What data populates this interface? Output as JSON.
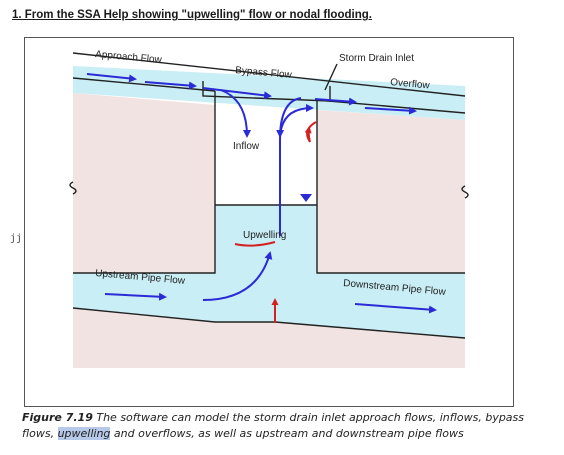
{
  "heading": "1. From the SSA Help showing \"upwelling\" flow or nodal flooding.",
  "side_mark": "jj",
  "diagram": {
    "labels": {
      "approach_flow": "Approach Flow",
      "bypass_flow": "Bypass Flow",
      "storm_drain_inlet": "Storm Drain Inlet",
      "overflow": "Overflow",
      "inflow": "Inflow",
      "upwelling": "Upwelling",
      "upstream_pipe_flow": "Upstream Pipe Flow",
      "downstream_pipe_flow": "Downstream Pipe Flow"
    },
    "colors": {
      "water": "#c9eef5",
      "soil": "#f1e3e1",
      "flow_arrow": "#2a2ad6",
      "annotation": "#d42020",
      "outline": "#222222"
    }
  },
  "caption": {
    "figure_number": "Figure 7.19",
    "text_before": "The software can model the storm drain inlet approach flows, inflows, bypass flows,",
    "highlighted_word": "upwelling",
    "text_after": "and overflows, as well as upstream and downstream pipe flows"
  }
}
